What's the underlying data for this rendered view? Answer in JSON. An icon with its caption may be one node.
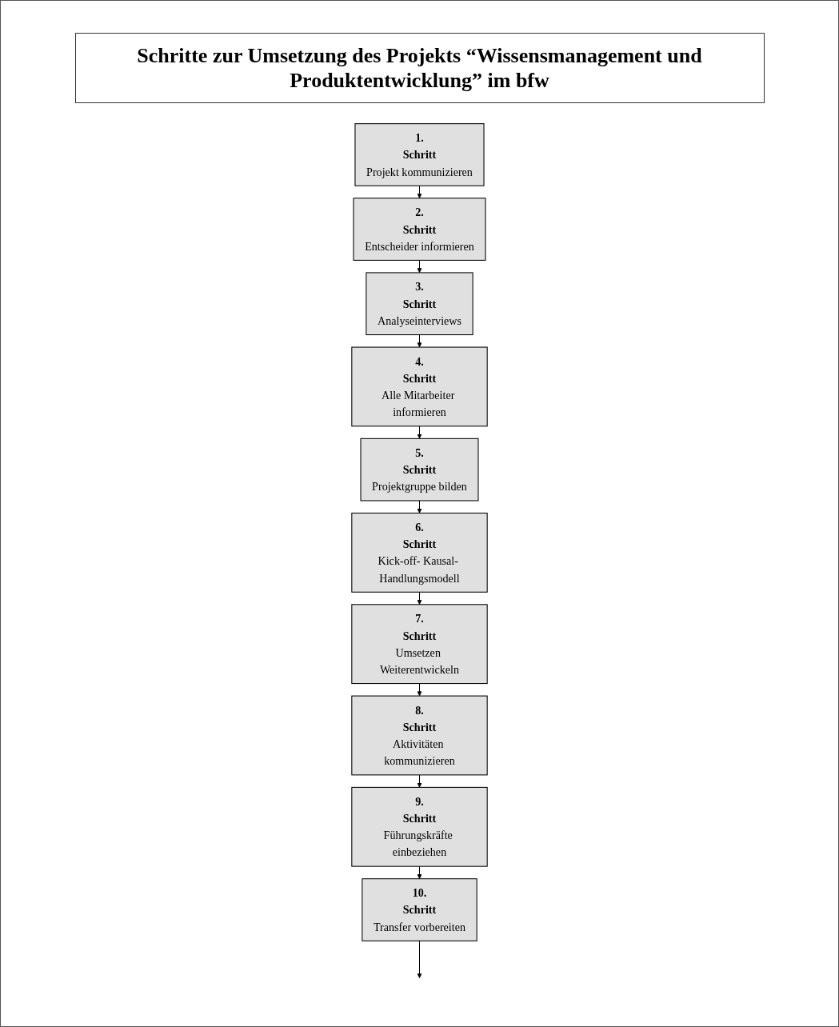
{
  "diagram": {
    "title": "Schritte zur Umsetzung des Projekts “Wissensmanagement und Produktentwicklung” im bfw",
    "nodes": [
      {
        "text": [
          "1.",
          "Schritt",
          "Projekt kommunizieren"
        ]
      },
      {
        "text": [
          "2.",
          "Schritt",
          "Entscheider informieren"
        ]
      },
      {
        "text": [
          "3.",
          "Schritt",
          "Analyseinterviews"
        ]
      },
      {
        "text": [
          "4.",
          "Schritt",
          "Alle Mitarbeiter informieren"
        ]
      },
      {
        "text": [
          "5.",
          "Schritt",
          "Projektgruppe bilden"
        ]
      },
      {
        "text": [
          "6.",
          "Schritt",
          "Kick-off- Kausal- Handlungsmodell"
        ]
      },
      {
        "text": [
          "7.",
          "Schritt",
          "Umsetzen Weiterentwickeln"
        ]
      },
      {
        "text": [
          "8.",
          "Schritt",
          "Aktivitäten kommunizieren"
        ]
      },
      {
        "text": [
          "9.",
          "Schritt",
          "Führungskräfte einbeziehen"
        ]
      },
      {
        "text": [
          "10.",
          "Schritt",
          "Transfer vorbereiten"
        ]
      }
    ],
    "edges": [
      {
        "from": 0,
        "to": 1,
        "arrow": "to"
      },
      {
        "from": 1,
        "to": 2,
        "arrow": "to"
      },
      {
        "from": 2,
        "to": 3,
        "arrow": "to"
      },
      {
        "from": 3,
        "to": 4,
        "arrow": "to"
      },
      {
        "from": 4,
        "to": 5,
        "arrow": "to"
      },
      {
        "from": 5,
        "to": 6,
        "arrow": "to"
      },
      {
        "from": 6,
        "to": 7,
        "arrow": "to"
      },
      {
        "from": 7,
        "to": 8,
        "arrow": "to"
      },
      {
        "from": 8,
        "to": 9,
        "arrow": "to"
      },
      {
        "from": 9,
        "to": null,
        "arrow": "to"
      }
    ]
  }
}
